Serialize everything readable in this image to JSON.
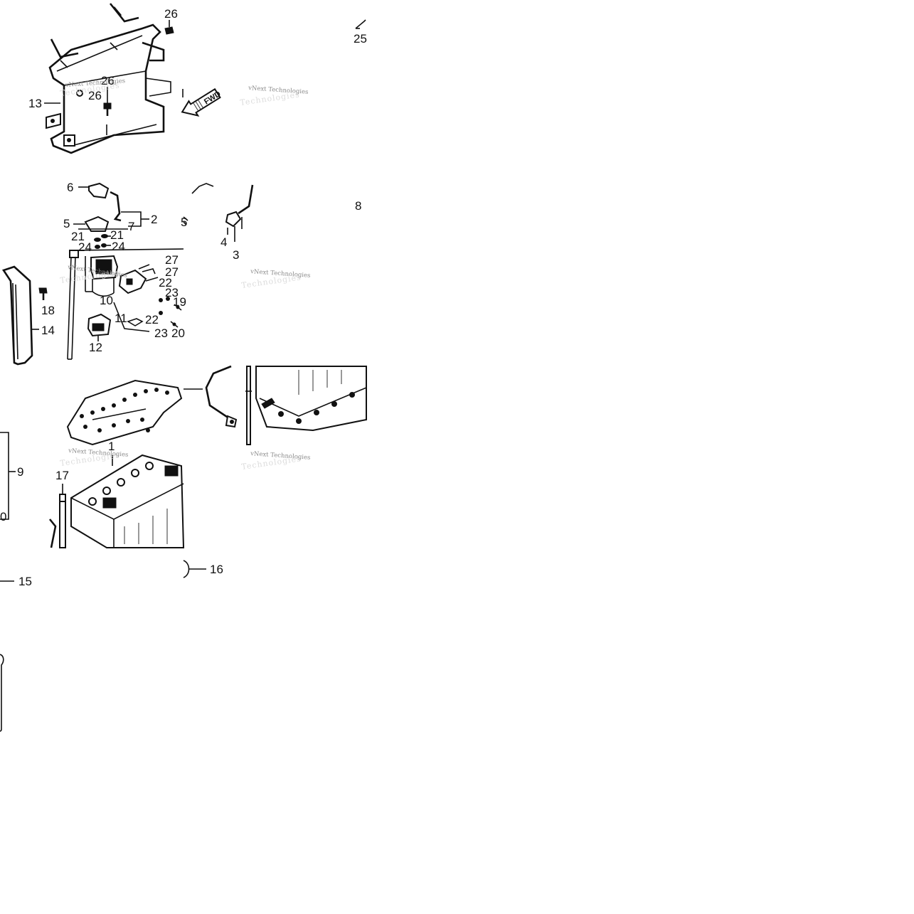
{
  "diagram": {
    "watermark_text": "vNext Technologies",
    "watermark_bg_text": "Technologies",
    "direction_label": "FWD",
    "callouts": {
      "c26a": "26",
      "c26b": "26",
      "c26c": "26",
      "c25": "25",
      "c13": "13",
      "c6": "6",
      "c2": "2",
      "c5": "5",
      "c7": "7",
      "c21a": "21",
      "c21b": "21",
      "c24a": "24",
      "c24b": "24",
      "c27a": "27",
      "c27b": "27",
      "c22a": "22",
      "c23a": "23",
      "c19": "19",
      "c10": "10",
      "c11": "11",
      "c22b": "22",
      "c23b": "23",
      "c20": "20",
      "c12": "12",
      "c18": "18",
      "c14": "14",
      "c4": "4",
      "c3": "3",
      "c8": "8",
      "c9": "9",
      "c1": "1",
      "c17": "17",
      "c16": "16",
      "c15": "15",
      "c5b": "5",
      "c10b": "0"
    }
  }
}
